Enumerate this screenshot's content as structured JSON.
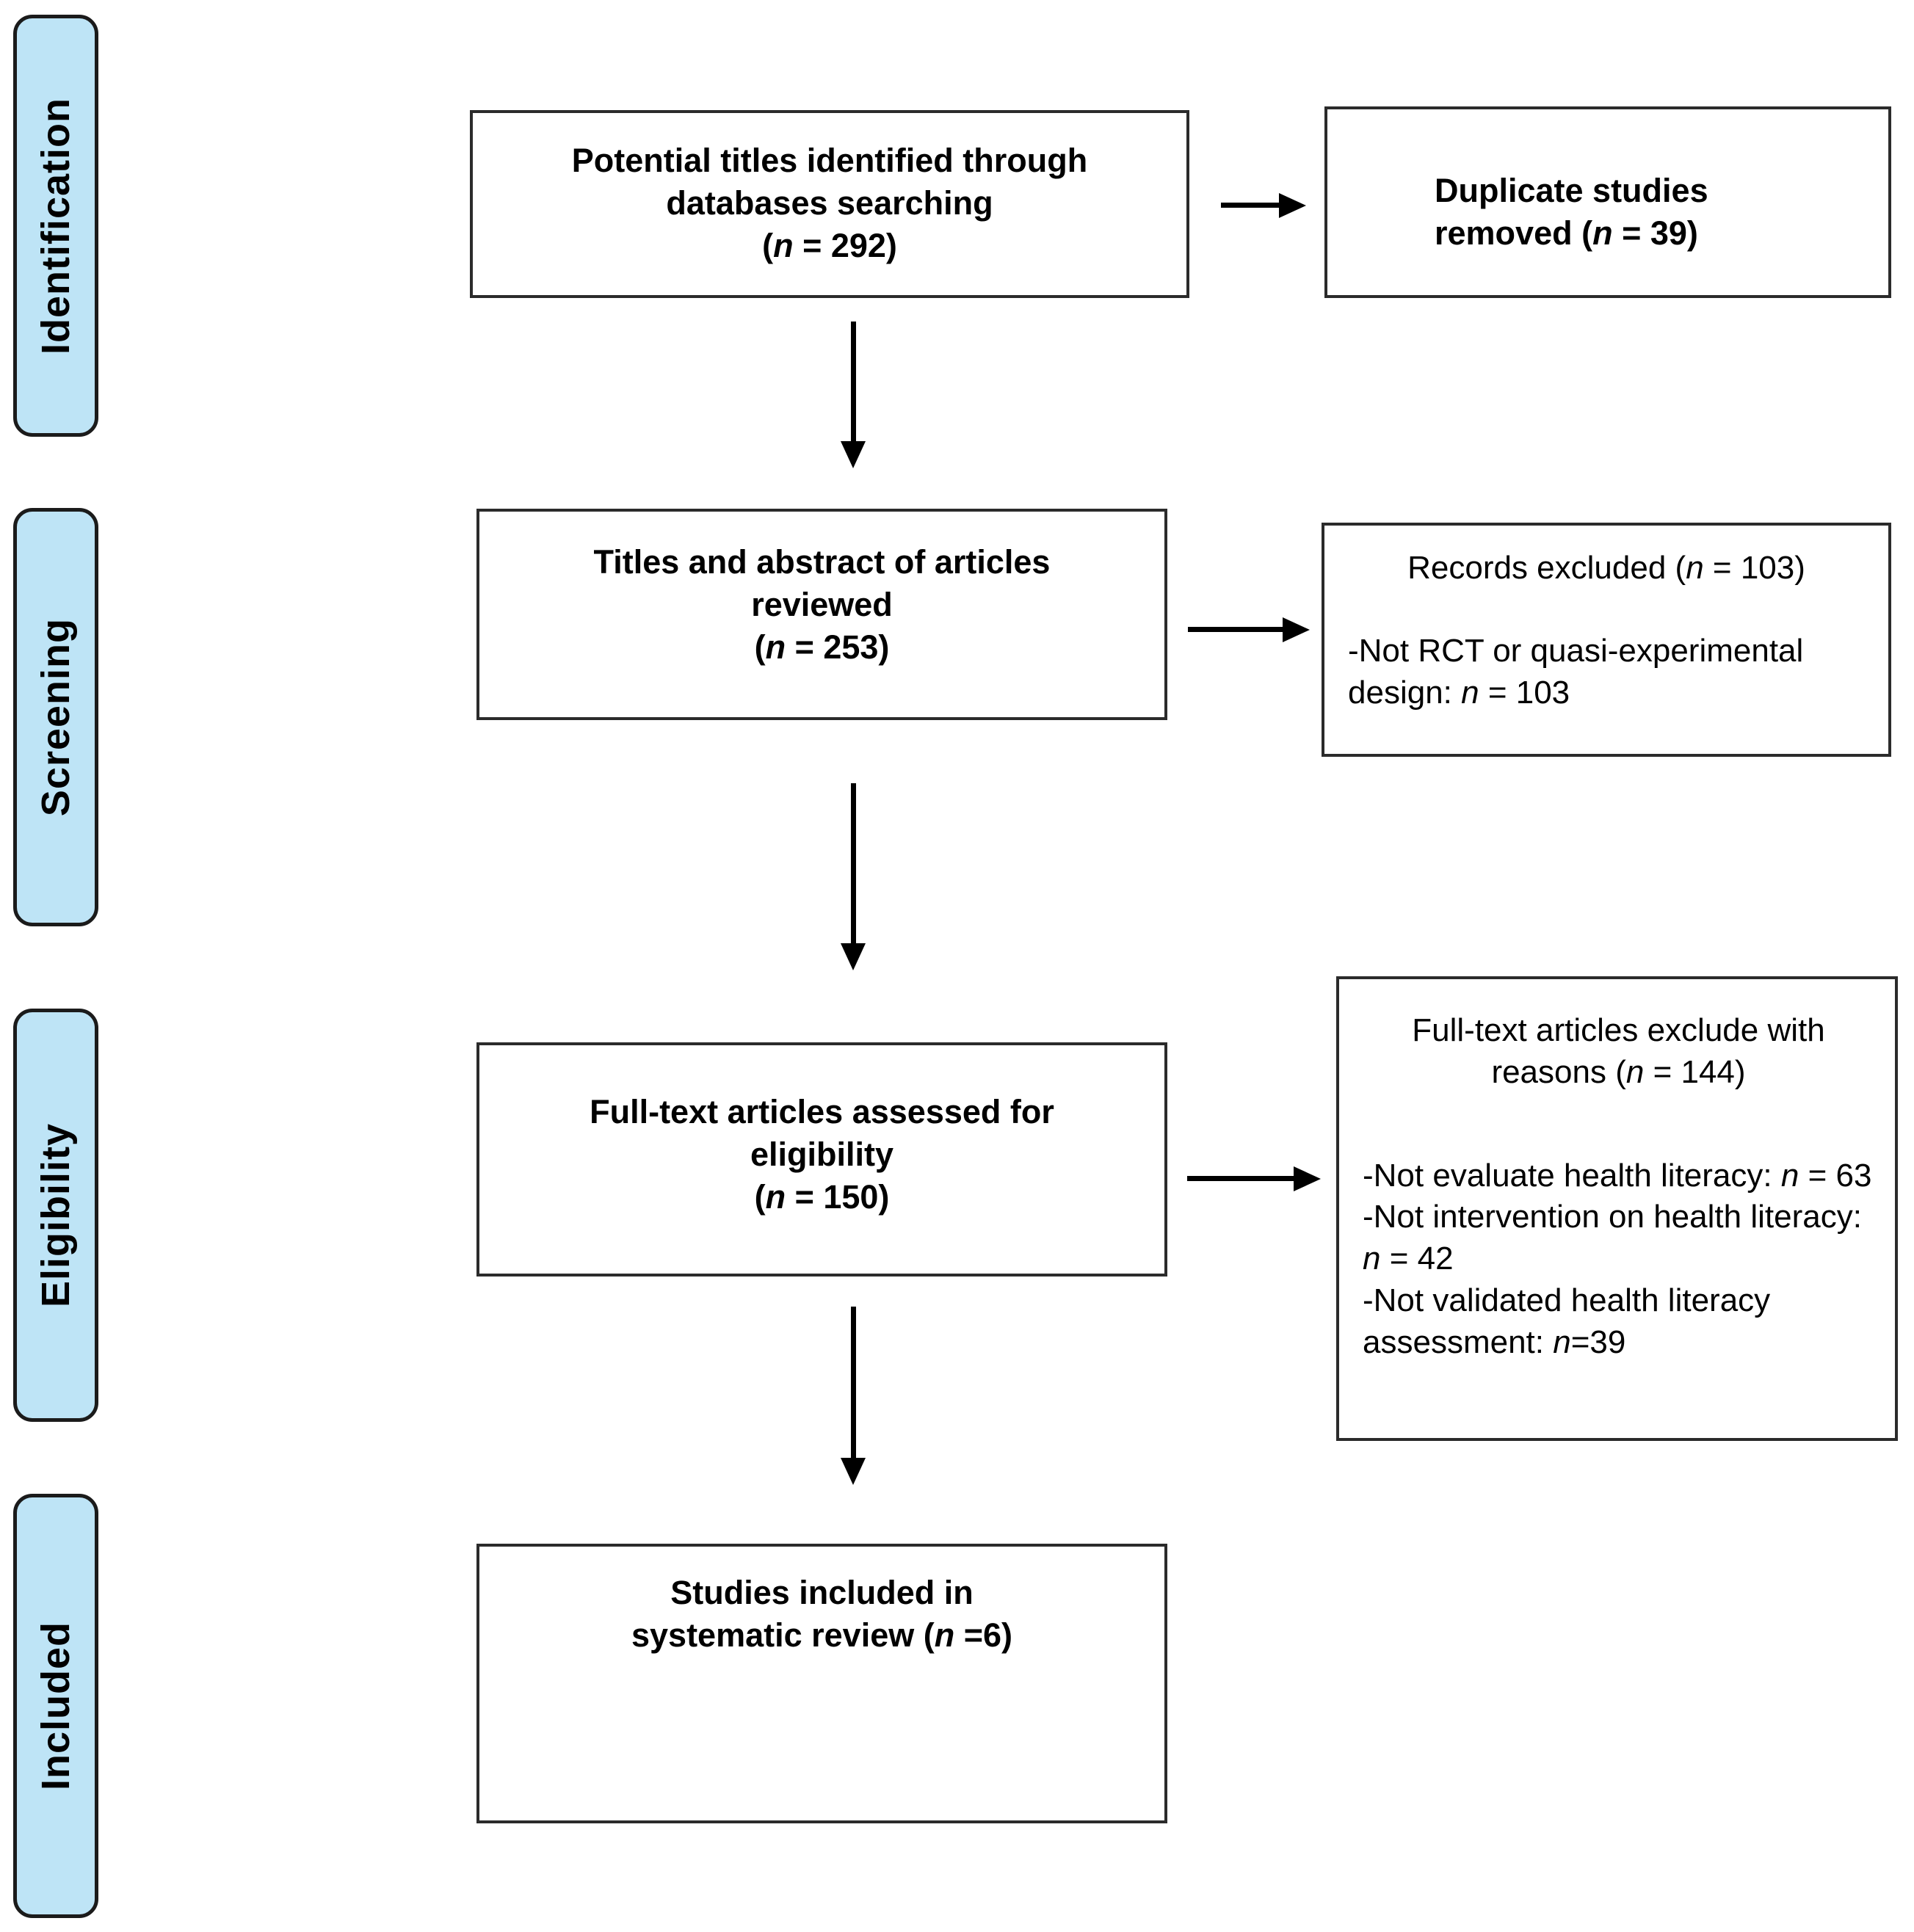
{
  "figure": {
    "type": "prisma-flow-diagram",
    "description": "Flow diagram of study selection for a systematic review"
  },
  "stages": [
    {
      "label": "Identification"
    },
    {
      "label": "Screening"
    },
    {
      "label": "Eligibility"
    },
    {
      "label": "Included"
    }
  ],
  "flow": {
    "identified": {
      "lines": [
        "Potential titles identified through",
        "databases searching",
        "(n = 292)"
      ],
      "count": 292
    },
    "duplicates_removed": {
      "lines": [
        "Duplicate studies",
        "removed (n = 39)"
      ],
      "count": 39
    },
    "screened": {
      "lines": [
        "Titles and abstract of articles",
        "reviewed",
        "(n = 253)"
      ],
      "count": 253
    },
    "records_excluded": {
      "title": "Records excluded (n = 103)",
      "count": 103,
      "reasons": [
        "-Not RCT or quasi-experimental design: n = 103"
      ]
    },
    "fulltext_assessed": {
      "lines": [
        "Full-text articles assessed for",
        "eligibility",
        "(n = 150)"
      ],
      "count": 150
    },
    "fulltext_excluded": {
      "title_lines": [
        "Full-text articles exclude with",
        "reasons (n = 144)"
      ],
      "count": 144,
      "reasons": [
        "-Not evaluate health literacy: n = 63",
        "-Not intervention on health literacy: n = 42",
        "-Not validated health literacy assessment: n=39"
      ]
    },
    "included": {
      "lines": [
        "Studies included in",
        "systematic review (n =6)"
      ],
      "count": 6
    }
  },
  "colors": {
    "stage_fill": "#BEE4F6",
    "stage_border": "#1B1B1B",
    "node_border": "#2B2B2B",
    "arrow": "#000000",
    "text": "#000000",
    "background": "#FFFFFF"
  }
}
